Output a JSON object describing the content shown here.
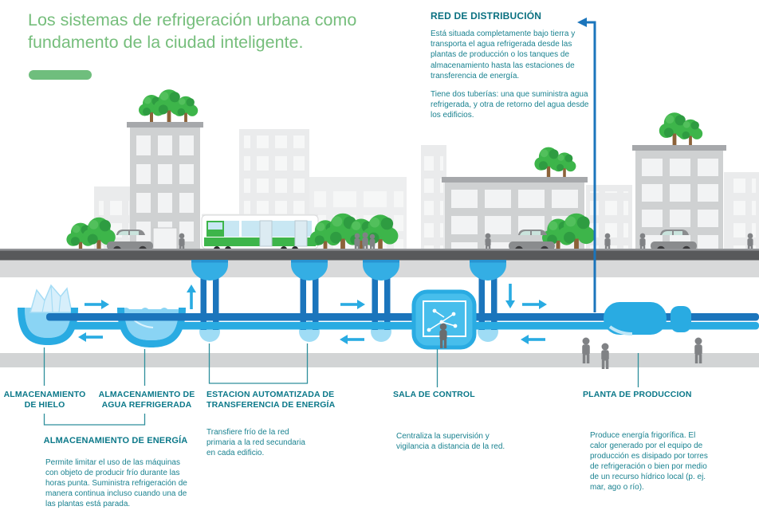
{
  "title": "Los sistemas de refrigeración urbana como fundamento de la ciudad inteligente.",
  "distribution": {
    "heading": "RED DE DISTRIBUCIÓN",
    "para1": "Está situada completamente bajo tierra y transporta el agua refrigerada desde las plantas de producción o los tanques de almacenamiento hasta las estaciones de transferencia de energía.",
    "para2": "Tiene dos tuberías: una que suministra agua refrigerada, y otra de retorno del agua desde los edificios."
  },
  "labels": {
    "ice": "ALMACENAMIENTO DE HIELO",
    "water": "ALMACENAMIENTO DE AGUA REFRIGERADA",
    "station": "ESTACION AUTOMATIZADA DE TRANSFERENCIA DE ENERGÍA",
    "station_desc": "Transfiere frío de la red primaria a la red secundaria en cada edificio.",
    "energy_heading": "ALMACENAMIENTO DE ENERGÍA",
    "energy_desc": "Permite limitar el uso de las máquinas con objeto de producir frío durante las horas punta. Suministra refrigeración de manera continua incluso cuando una de las plantas está parada.",
    "control": "SALA DE CONTROL",
    "control_desc": "Centraliza la supervisión y vigilancia a distancia de la red.",
    "plant": "PLANTA DE PRODUCCION",
    "plant_desc": "Produce energía frigorífica. El calor generado por el equipo de producción es disipado por torres de refrigeración o bien por medio de un recurso hídrico local (p. ej. mar, ago o río)."
  },
  "icons": {
    "ice_tank": "ice-storage-tank-icon",
    "water_tank": "chilled-water-tank-icon",
    "transfer_station": "transfer-station-dome-icon",
    "control_room": "control-room-screen-icon",
    "production_plant": "production-plant-tank-icon",
    "flow_arrow": "flow-arrow-icon",
    "distribution_arrow": "distribution-callout-arrow-icon",
    "tree": "tree-icon",
    "car": "car-icon",
    "tram": "tram-icon",
    "person": "person-icon"
  },
  "colors": {
    "title_green": "#76BE7C",
    "accent_bar_green": "#6FBE7D",
    "heading_teal": "#0B7889",
    "body_teal": "#1A8290",
    "callout_line_teal": "#2E8F9C",
    "pipe_dark_blue": "#1B75BC",
    "pipe_light_blue": "#29ABE2",
    "tank_water_blue": "#8AD4F4",
    "tree_green": "#3DB54A",
    "road_gray": "#58595B",
    "soil_gray": "#D8D9DA",
    "building_gray": "#CFD1D2"
  }
}
